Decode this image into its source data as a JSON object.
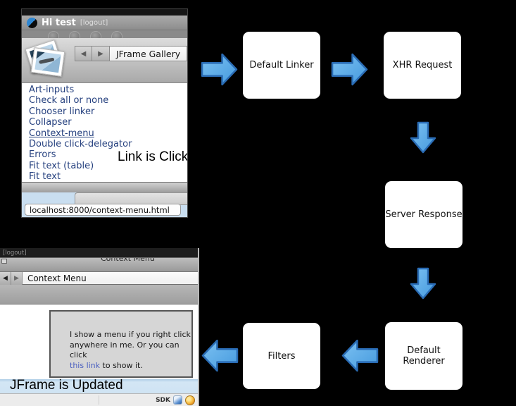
{
  "top_window": {
    "title": "Hi test",
    "logout_label": "[logout]",
    "nav": {
      "back_icon": "◀",
      "forward_icon": "▶",
      "title": "JFrame Gallery"
    },
    "links": [
      {
        "label": "Art-inputs",
        "underline": false
      },
      {
        "label": "Check all or none",
        "underline": false
      },
      {
        "label": "Chooser linker",
        "underline": false
      },
      {
        "label": "Collapser",
        "underline": false
      },
      {
        "label": "Context-menu",
        "underline": true
      },
      {
        "label": "Double click-delegator",
        "underline": false
      },
      {
        "label": "Errors",
        "underline": false
      },
      {
        "label": "Fit text (table)",
        "underline": false
      },
      {
        "label": "Fit text",
        "underline": false
      }
    ],
    "caption": "Link is Click",
    "status_url": "localhost:8000/context-menu.html"
  },
  "flow": {
    "boxes": [
      {
        "label": "Default Linker"
      },
      {
        "label": "XHR Request"
      },
      {
        "label": "Server Response"
      },
      {
        "label": "Default Renderer"
      },
      {
        "label": "Filters"
      }
    ],
    "arrow_fill_light": "#7cc1f2",
    "arrow_fill": "#459ade",
    "arrow_stroke": "#2a6cb5"
  },
  "bottom_window": {
    "logout_label": "[logout]",
    "window_title": "Context Menu",
    "nav": {
      "back_icon": "◀",
      "forward_icon": "▶",
      "title": "Context Menu"
    },
    "content": {
      "line1": "I show a menu if you right click",
      "line2": "anywhere in me. Or you can click",
      "line3_link": "this link",
      "line3_rest": " to show it."
    },
    "caption": "JFrame is Updated",
    "status": {
      "sdk_label": "SDK"
    }
  }
}
